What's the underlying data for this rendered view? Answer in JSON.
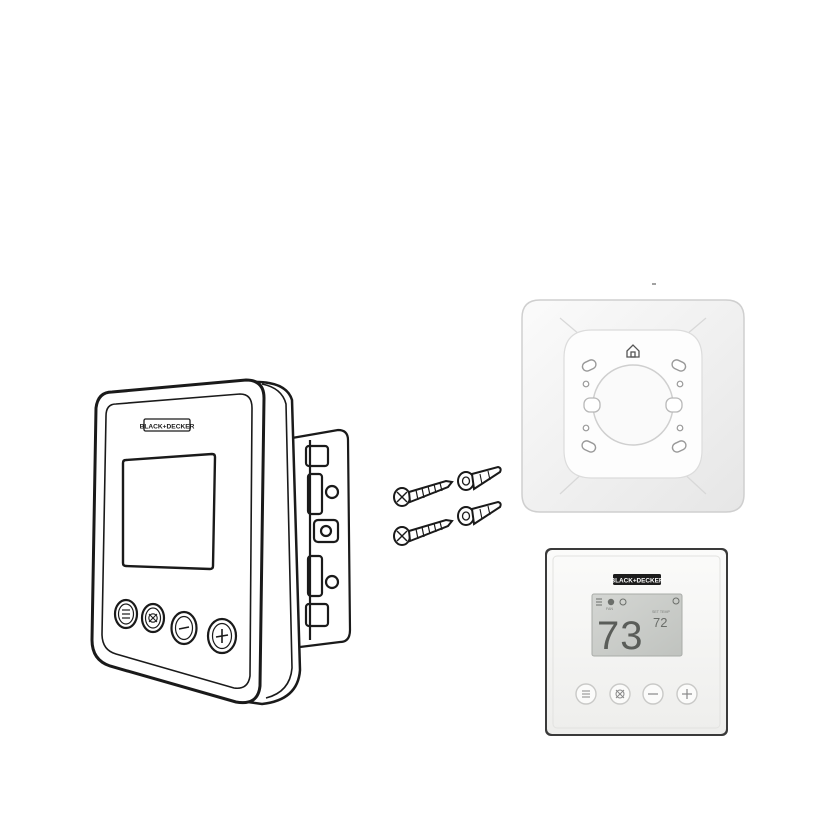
{
  "brand": {
    "logo_text": "BLACK+DECKER"
  },
  "photo_display": {
    "temperature": "73",
    "setpoint": "72",
    "small_label": "SET TEMP",
    "sub_label": "FAN"
  },
  "buttons": [
    {
      "name": "menu",
      "icon": "menu-icon"
    },
    {
      "name": "fan",
      "icon": "fan-icon"
    },
    {
      "name": "minus",
      "icon": "minus-icon"
    },
    {
      "name": "plus",
      "icon": "plus-icon"
    }
  ],
  "items": {
    "screws": 2,
    "wall_anchors": 2
  },
  "colors": {
    "line": "#1a1a1a",
    "lcd": "#c9ccc8",
    "photo_body": "#f7f7f5"
  }
}
